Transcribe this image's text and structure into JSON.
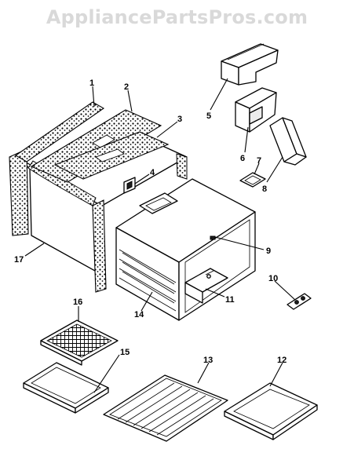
{
  "watermark": "AppliancePartsPros.com",
  "callouts": [
    "1",
    "2",
    "3",
    "4",
    "5",
    "6",
    "7",
    "8",
    "9",
    "10",
    "11",
    "12",
    "13",
    "14",
    "15",
    "16",
    "17"
  ]
}
